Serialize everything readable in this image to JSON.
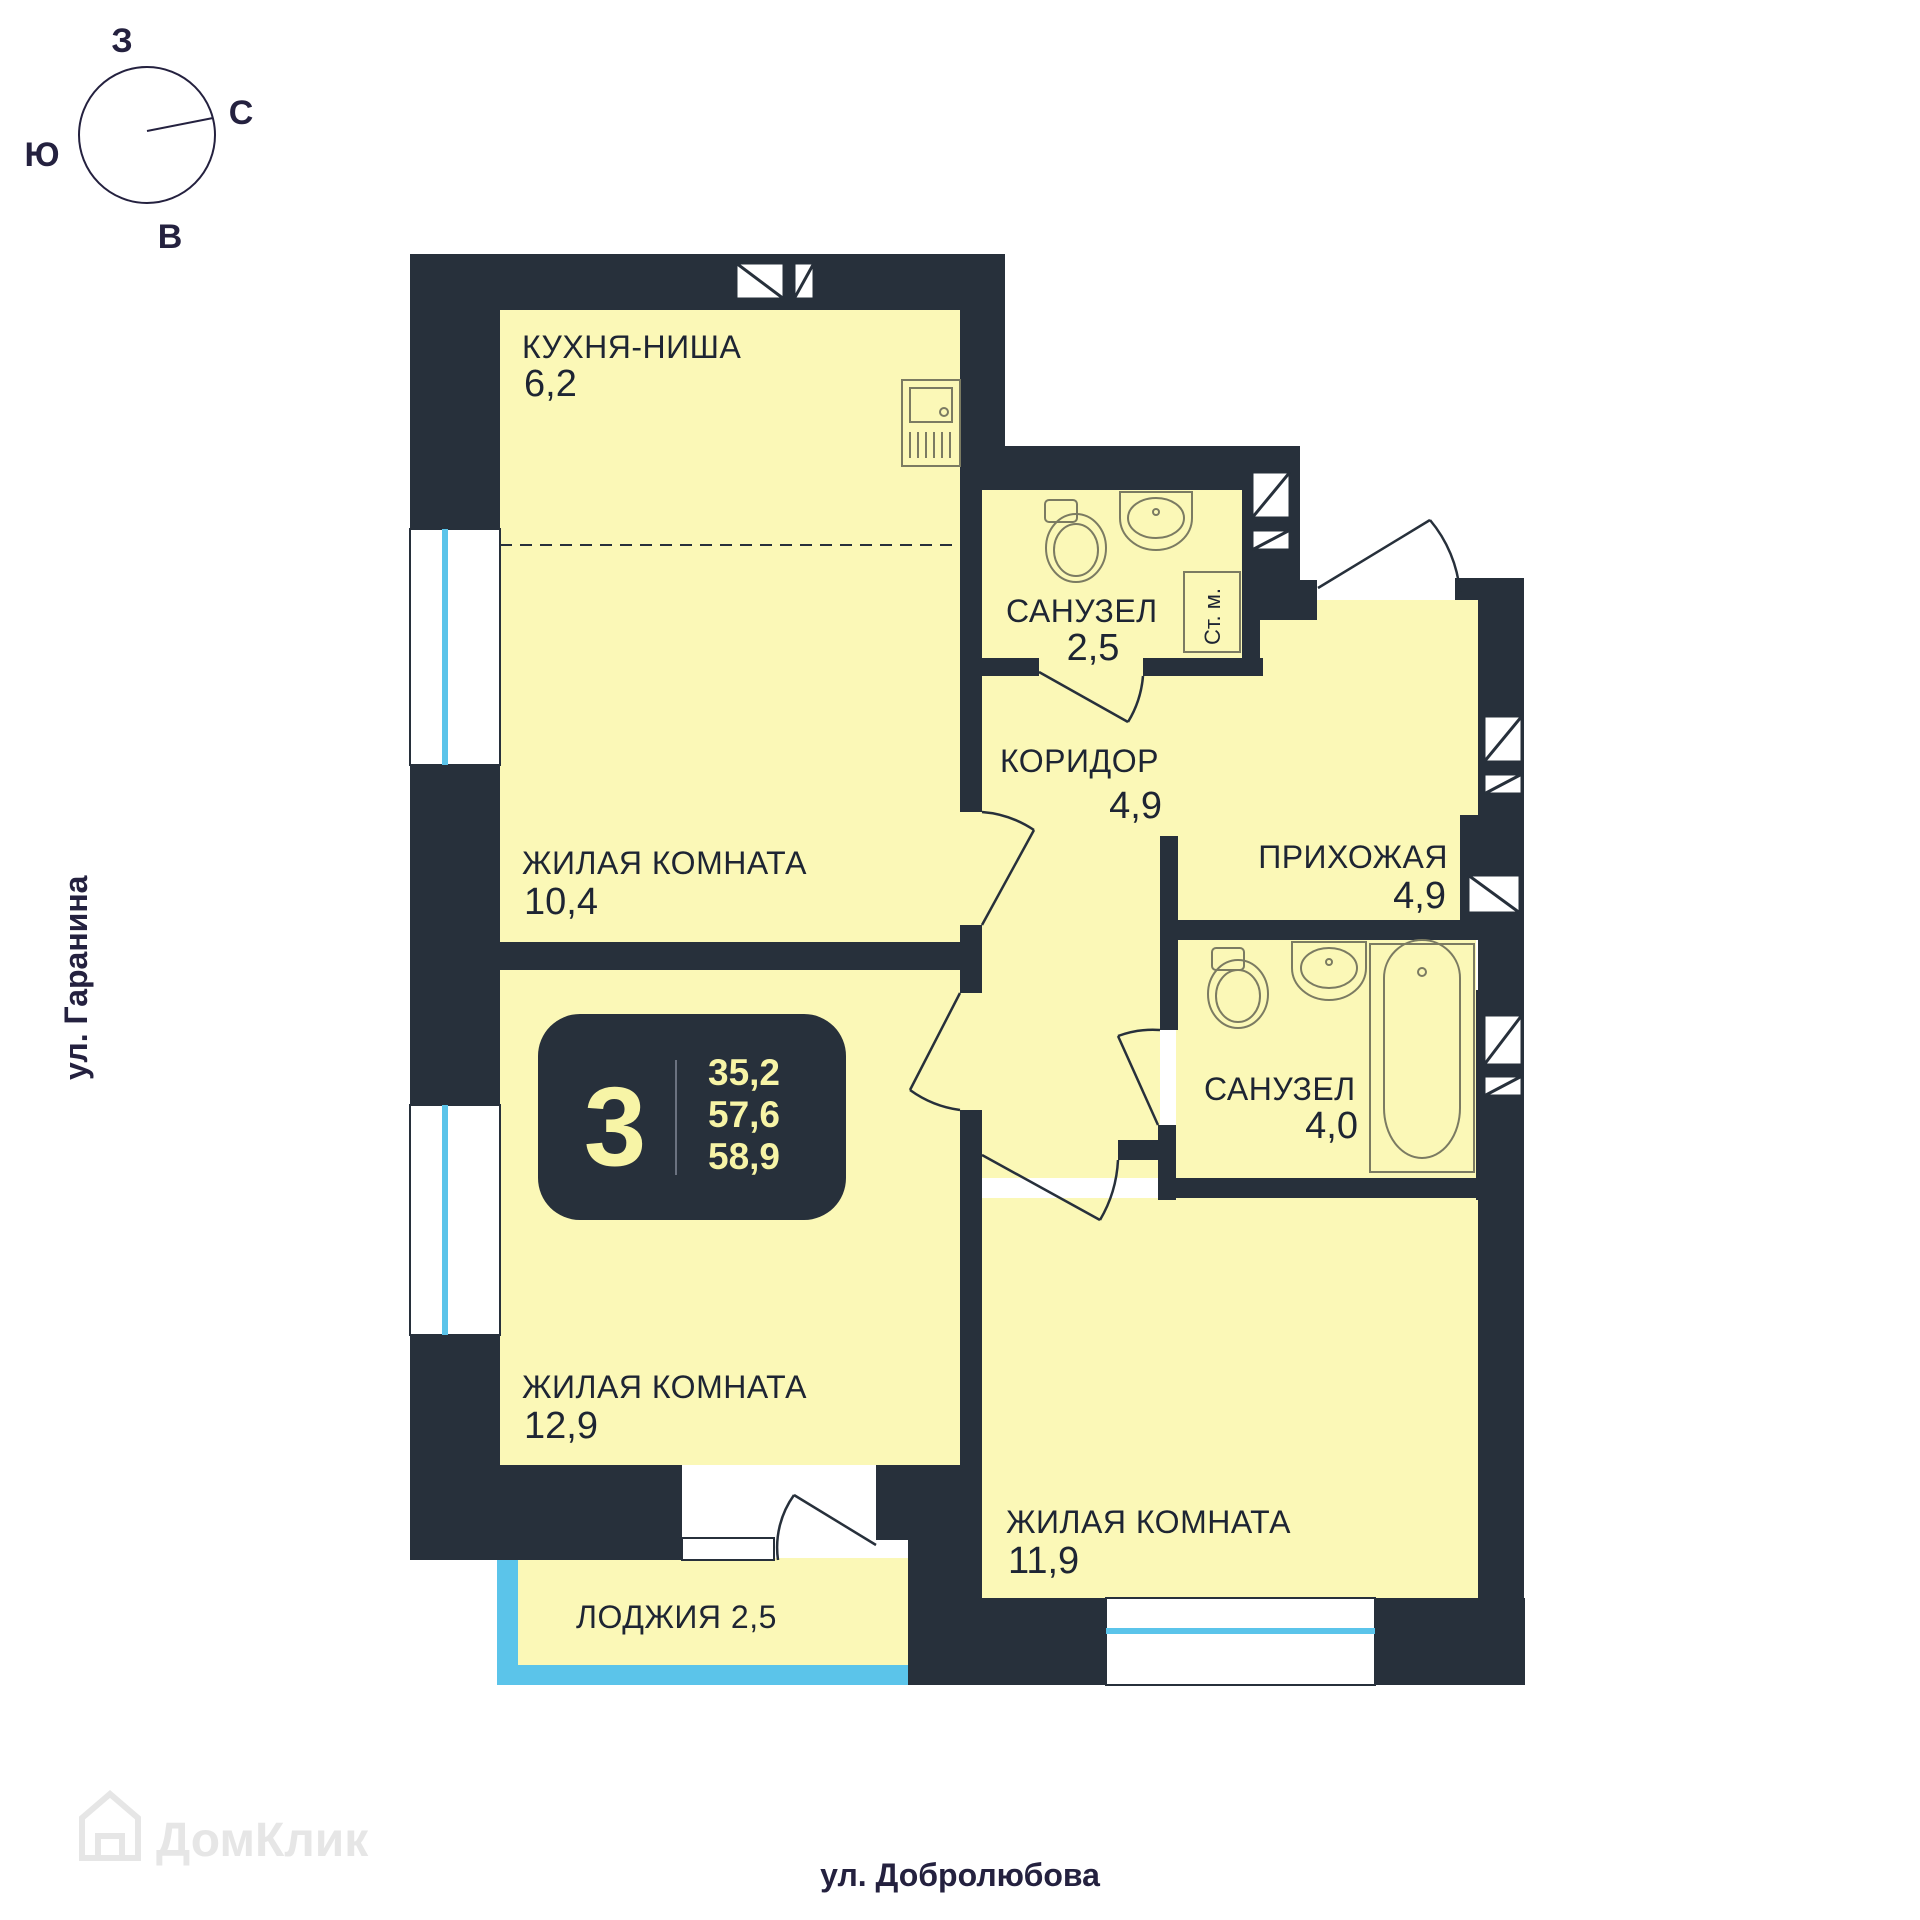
{
  "compass": {
    "north": "З",
    "east": "С",
    "south": "В",
    "west": "Ю"
  },
  "streets": {
    "left": "ул. Гаранина",
    "bottom": "ул. Добролюбова"
  },
  "rooms": {
    "kitchen": {
      "name": "КУХНЯ-НИША",
      "area": "6,2"
    },
    "living_1": {
      "name": "ЖИЛАЯ КОМНАТА",
      "area": "10,4"
    },
    "living_2": {
      "name": "ЖИЛАЯ КОМНАТА",
      "area": "12,9"
    },
    "living_3": {
      "name": "ЖИЛАЯ КОМНАТА",
      "area": "11,9"
    },
    "bathroom_1": {
      "name": "САНУЗЕЛ",
      "area": "2,5"
    },
    "bathroom_2": {
      "name": "САНУЗЕЛ",
      "area": "4,0"
    },
    "corridor": {
      "name": "КОРИДОР",
      "area": "4,9"
    },
    "hallway": {
      "name": "ПРИХОЖАЯ",
      "area": "4,9"
    },
    "loggia": {
      "name": "ЛОДЖИЯ 2,5"
    },
    "riser": {
      "name": "Ст. м."
    }
  },
  "badge": {
    "rooms": "3",
    "living_area": "35,2",
    "total_area": "57,6",
    "total_with_loggia": "58,9"
  },
  "watermark": "ДомКлик",
  "colors": {
    "wall": "#27303b",
    "floor": "#fbf8b7",
    "window": "#5bc4ea",
    "text": "#1e2533",
    "badge_text": "#f7f4a6"
  }
}
